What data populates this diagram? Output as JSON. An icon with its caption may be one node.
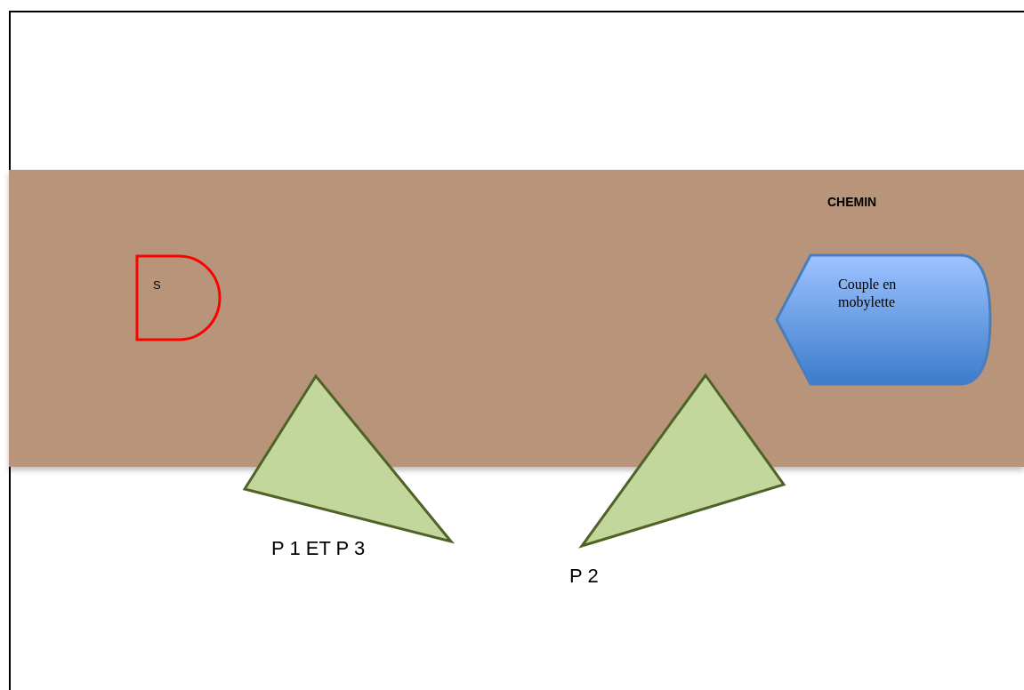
{
  "diagram": {
    "nodes": [
      {
        "text": [
          "CHEMIN"
        ]
      },
      {
        "text": [
          "S"
        ],
        "in": 0
      },
      {
        "text": [
          "Couple en mobylette"
        ],
        "in": 0
      },
      {
        "text": [],
        "shape": "triangle",
        "beside": [
          "P 1 ET P 3"
        ]
      },
      {
        "text": [],
        "shape": "triangle",
        "beside": [
          "P 2"
        ]
      }
    ]
  }
}
